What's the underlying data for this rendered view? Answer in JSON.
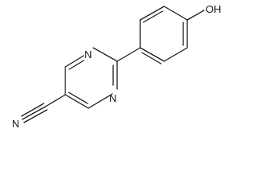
{
  "molecule": {
    "atoms": {
      "n_upper": "N",
      "n_lower": "N",
      "hydroxyl": "OH",
      "nitrile_n": "N"
    }
  },
  "colors": {
    "ink": "#1a1a1a",
    "background": "#ffffff"
  }
}
